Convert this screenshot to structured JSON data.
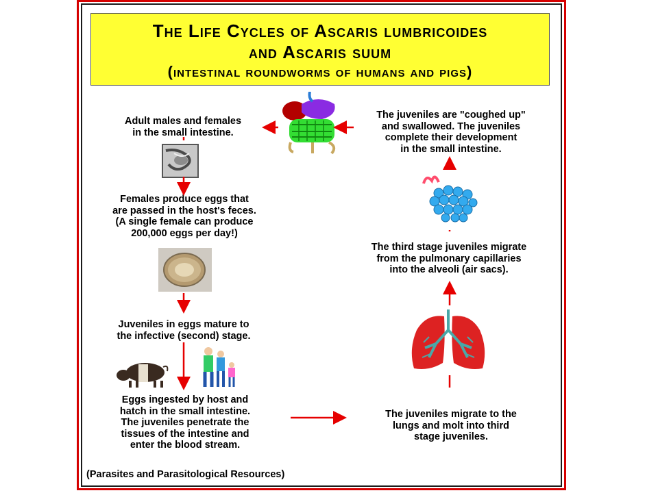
{
  "title": {
    "line1": "The Life Cycles of Ascaris lumbricoides",
    "line2": "and Ascaris suum",
    "line3": "(intestinal roundworms of humans and pigs)"
  },
  "steps": {
    "adults": [
      "Adult males and females",
      "in the small intestine."
    ],
    "eggs_produced": [
      "Females produce eggs that",
      "are passed in the host's feces.",
      "(A single female can produce",
      "200,000 eggs per day!)"
    ],
    "eggs_mature": [
      "Juveniles in eggs mature to",
      "the infective (second) stage."
    ],
    "ingested": [
      "Eggs ingested by host and",
      "hatch in the small intestine.",
      "The juveniles penetrate the",
      "tissues of the intestine and",
      "enter the blood stream."
    ],
    "lungs": [
      "The juveniles migrate to the",
      "lungs and molt into third",
      "stage juveniles."
    ],
    "alveoli": [
      "The third stage juveniles migrate",
      "from the pulmonary capillaries",
      "into the alveoli (air sacs)."
    ],
    "coughed": [
      "The juveniles are \"coughed up\"",
      "and swallowed.  The juveniles",
      "complete their development",
      "in the small intestine."
    ]
  },
  "credit": "(Parasites and Parasitological Resources)",
  "colors": {
    "arrow": "#e60000",
    "title_bg": "#ffff33",
    "frame": "#d50000"
  }
}
